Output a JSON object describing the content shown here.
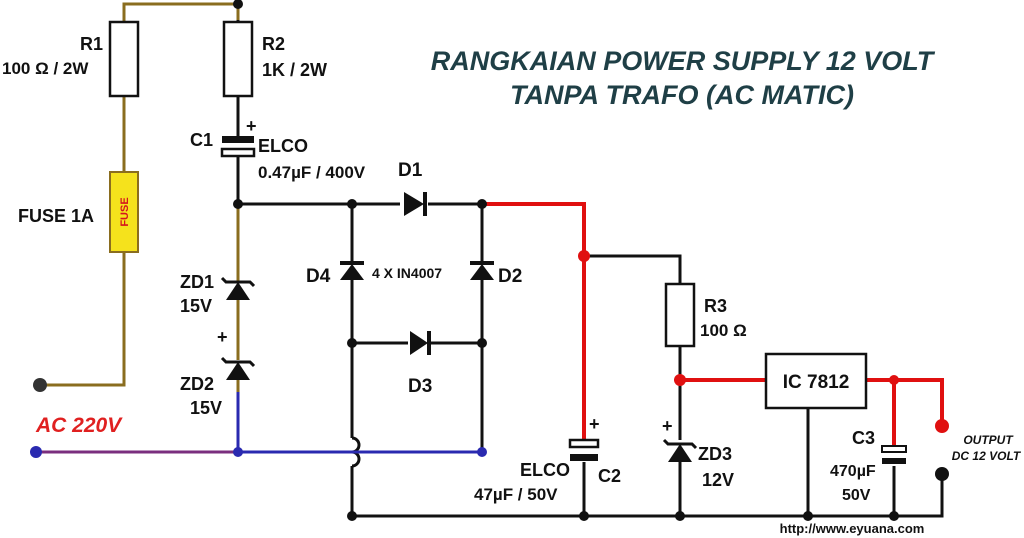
{
  "title": {
    "line1": "RANGKAIAN POWER SUPPLY 12 VOLT",
    "line2": "TANPA TRAFO (AC MATIC)"
  },
  "components": {
    "r1": {
      "name": "R1",
      "value": "100 Ω / 2W"
    },
    "r2": {
      "name": "R2",
      "value": "1K / 2W"
    },
    "c1": {
      "name": "C1",
      "type": "ELCO",
      "value": "0.47µF / 400V"
    },
    "fuse": {
      "label": "FUSE 1A",
      "marking": "FUSE"
    },
    "zd1": {
      "name": "ZD1",
      "value": "15V"
    },
    "zd2": {
      "name": "ZD2",
      "value": "15V"
    },
    "d1": {
      "name": "D1"
    },
    "d2": {
      "name": "D2"
    },
    "d3": {
      "name": "D3"
    },
    "d4": {
      "name": "D4"
    },
    "bridge": {
      "label": "4 X IN4007"
    },
    "c2": {
      "name": "C2",
      "type": "ELCO",
      "value": "47µF / 50V"
    },
    "r3": {
      "name": "R3",
      "value": "100 Ω"
    },
    "ic": {
      "label": "IC 7812"
    },
    "zd3": {
      "name": "ZD3",
      "value": "12V"
    },
    "c3": {
      "name": "C3",
      "value": "470µF",
      "voltage": "50V"
    }
  },
  "ac_input": {
    "label": "AC 220V"
  },
  "output": {
    "line1": "OUTPUT",
    "line2": "DC 12 VOLT"
  },
  "website": "http://www.eyuana.com",
  "plus_sign": "+",
  "colors": {
    "title": "#1f3f46",
    "ac_label": "#e02020",
    "positive_rail": "#e01010",
    "fuse_body": "#f5e21c",
    "fuse_text": "#d4141e",
    "input_wire": "#8a6d1f",
    "return_wire": "#2a2ab0",
    "ac_wire": "#7a2e7e"
  }
}
